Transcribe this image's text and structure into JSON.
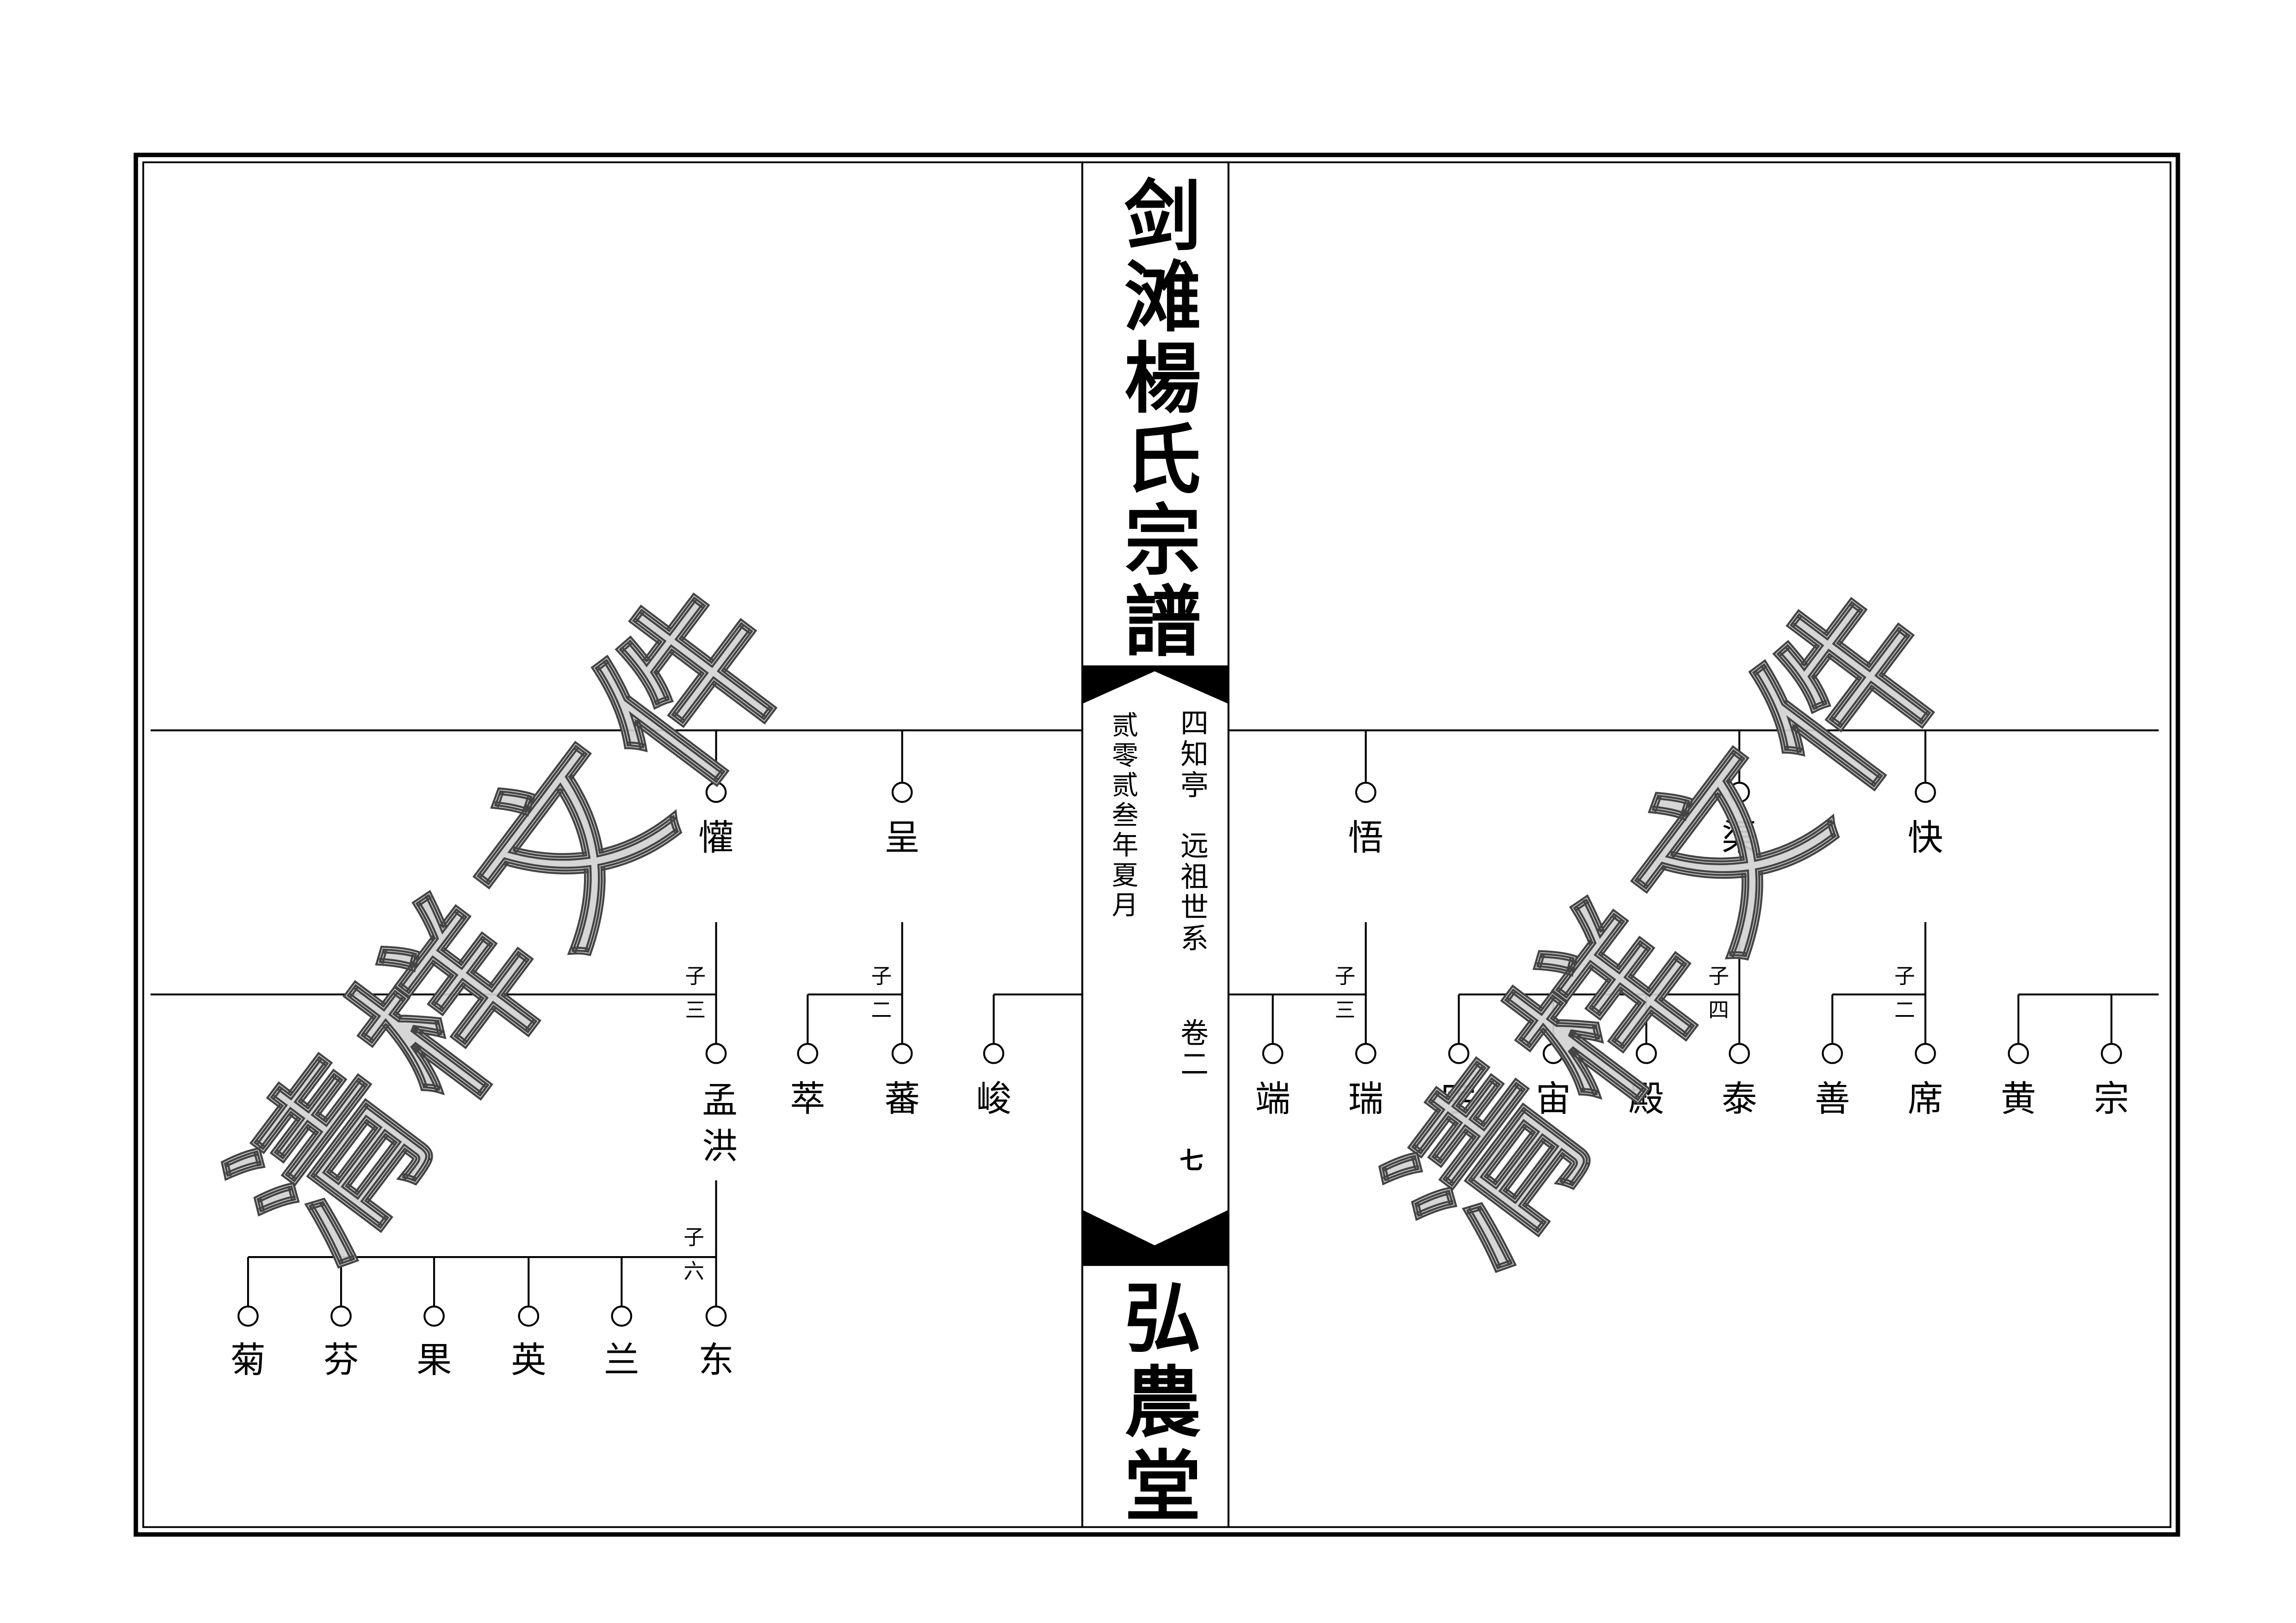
{
  "book": {
    "title": "剑滩楊氏宗譜",
    "hall_name": "弘農堂",
    "edition_date": "贰零贰叁年夏月",
    "branch": "四知亭",
    "section": "远祖世系",
    "volume": "卷二",
    "page_number": "七"
  },
  "watermark": {
    "text": "清样文件"
  },
  "colors": {
    "ink": "#000000",
    "paper": "#ffffff",
    "watermark_fill": "#d2d2d2",
    "watermark_outline": "#444444"
  },
  "lineage": [
    {
      "name": "快",
      "children_note": "子二",
      "children": [
        {
          "name": "席"
        },
        {
          "name": "善"
        }
      ]
    },
    {
      "name": "渠",
      "children_note": "子四",
      "children": [
        {
          "name": "泰"
        },
        {
          "name": "殿"
        },
        {
          "name": "宙"
        },
        {
          "name": "宇"
        }
      ]
    },
    {
      "name": "悟",
      "children_note": "子三",
      "children": [
        {
          "name": "瑞"
        },
        {
          "name": "端"
        },
        {
          "name": "峻"
        }
      ]
    },
    {
      "name": "呈",
      "children_note": "子二",
      "children": [
        {
          "name": "蕃"
        },
        {
          "name": "萃"
        }
      ]
    },
    {
      "name": "懽",
      "children_note": "子三",
      "children": [
        {
          "name": "孟洪",
          "children_note": "子六",
          "children": [
            {
              "name": "东"
            },
            {
              "name": "兰"
            },
            {
              "name": "英"
            },
            {
              "name": "果"
            },
            {
              "name": "芬"
            },
            {
              "name": "菊"
            }
          ]
        }
      ]
    }
  ],
  "continued_from_previous_page": [
    {
      "name": "宗"
    },
    {
      "name": "黄"
    }
  ]
}
